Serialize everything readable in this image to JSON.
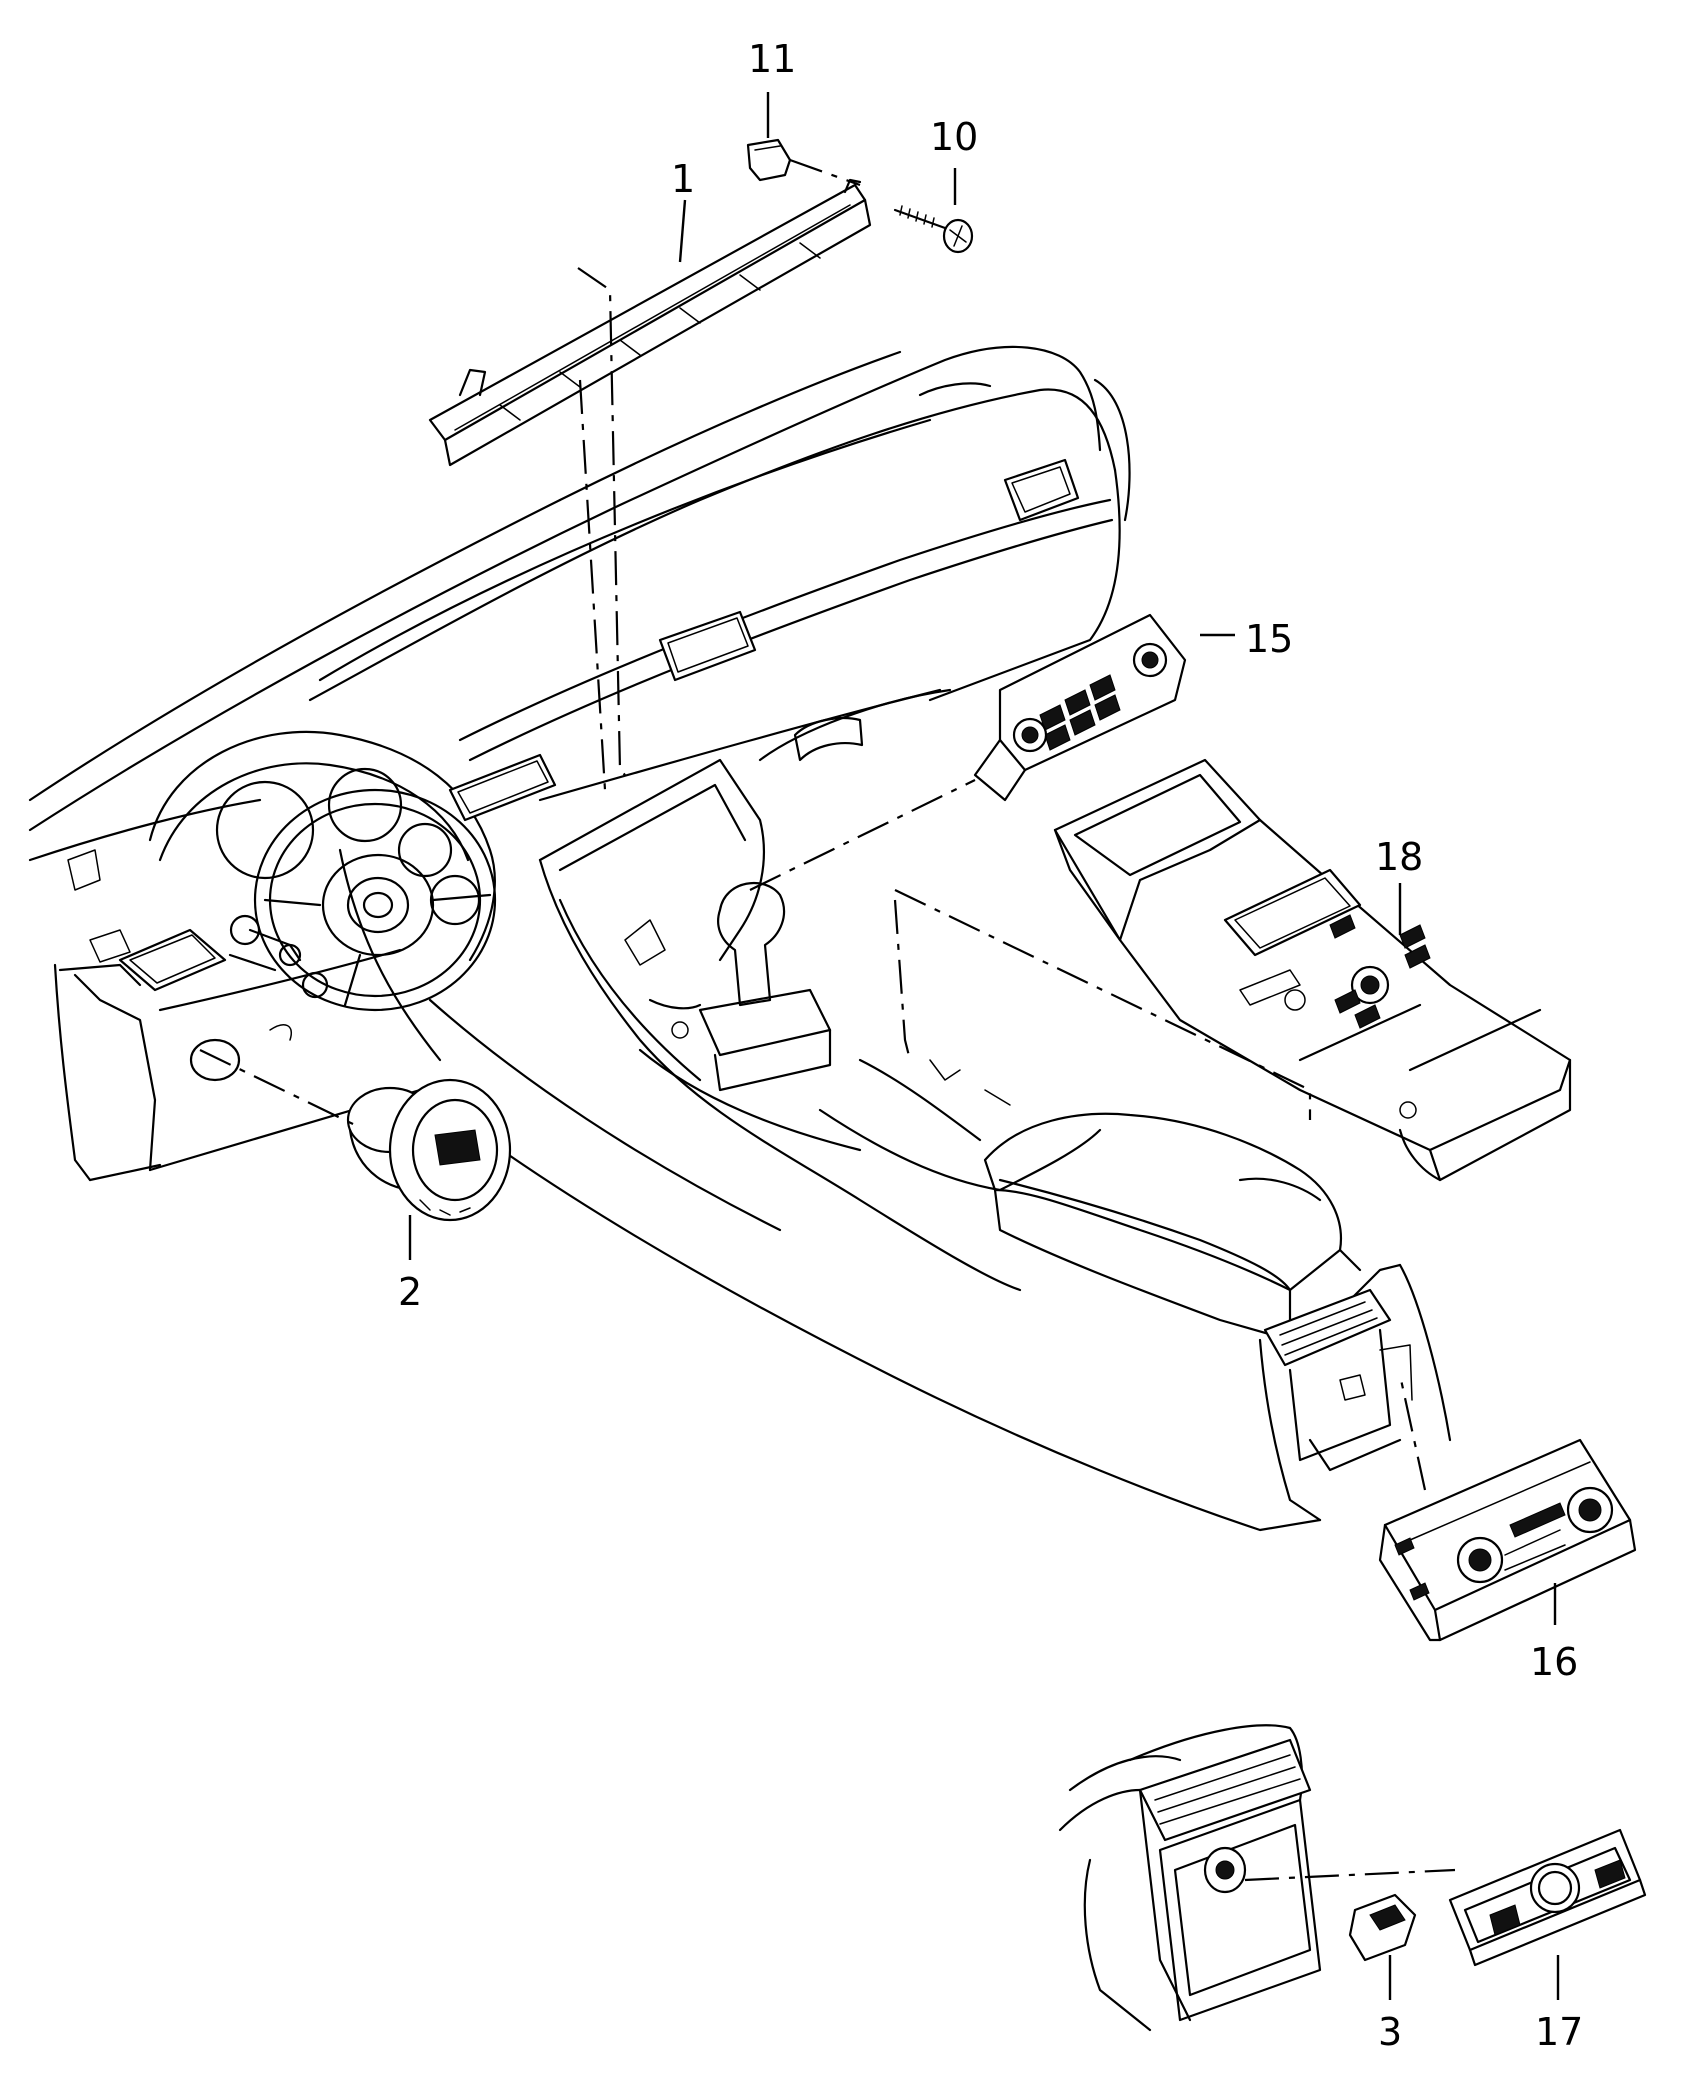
{
  "callouts": [
    {
      "id": "1",
      "label": "1"
    },
    {
      "id": "2",
      "label": "2"
    },
    {
      "id": "3",
      "label": "3"
    },
    {
      "id": "10",
      "label": "10"
    },
    {
      "id": "11",
      "label": "11"
    },
    {
      "id": "15",
      "label": "15"
    },
    {
      "id": "16",
      "label": "16"
    },
    {
      "id": "17",
      "label": "17"
    },
    {
      "id": "18",
      "label": "18"
    }
  ]
}
